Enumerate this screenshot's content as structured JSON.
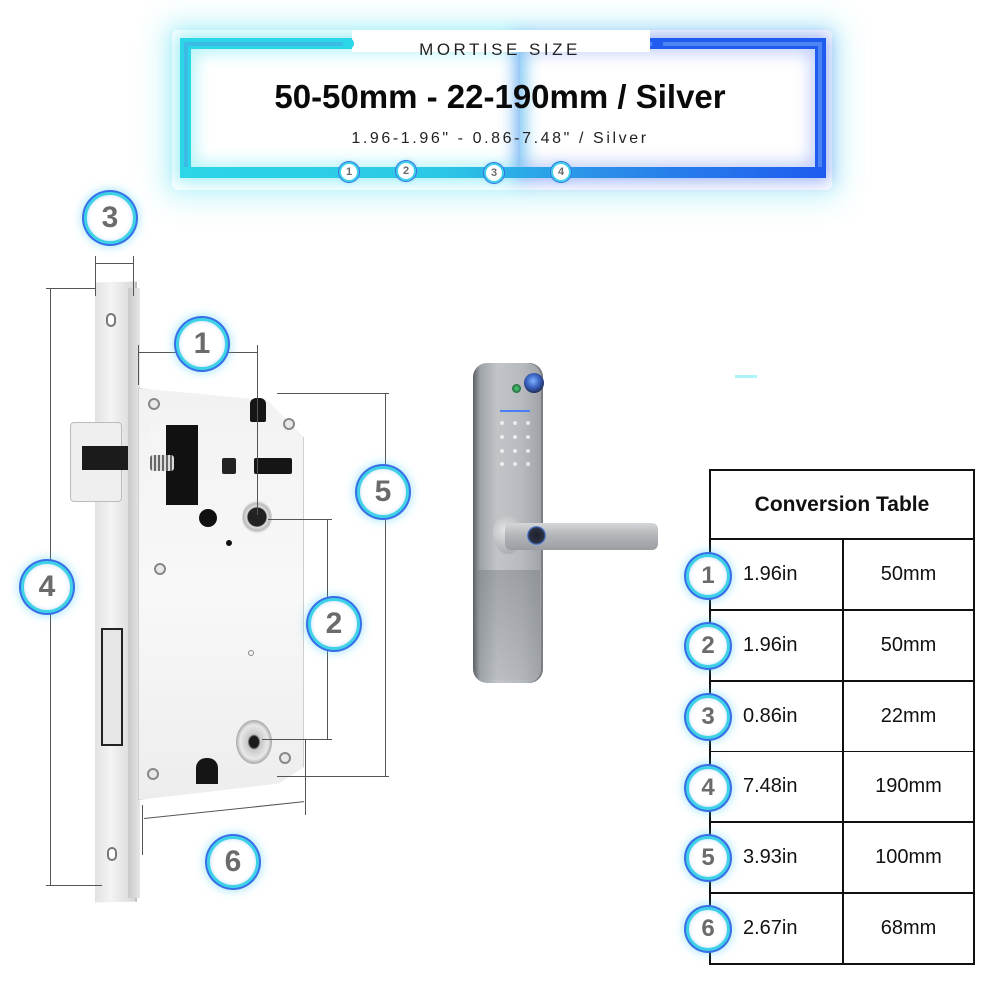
{
  "header": {
    "label": "MORTISE SIZE",
    "title": "50-50mm - 22-190mm / Silver",
    "subtitle": "1.96-1.96\" - 0.86-7.48\" / Silver",
    "frame_colors": {
      "left": "#2bd6e6",
      "right": "#1f5bef"
    },
    "markers": [
      "1",
      "2",
      "3",
      "4"
    ]
  },
  "diagram": {
    "callouts": [
      {
        "number": "1",
        "dimension": "backset"
      },
      {
        "number": "2",
        "dimension": "handle-to-cylinder distance"
      },
      {
        "number": "3",
        "dimension": "faceplate width"
      },
      {
        "number": "4",
        "dimension": "faceplate height"
      },
      {
        "number": "5",
        "dimension": "case height"
      },
      {
        "number": "6",
        "dimension": "case depth"
      }
    ],
    "product": "smart lock with camera, keypad, fingerprint lever handle",
    "accent_colors": {
      "badge_ring_outer": "#3a6ee8",
      "badge_ring_inner": "#3fd1e6",
      "badge_text": "#6b6b6b"
    }
  },
  "conversion_table": {
    "title": "Conversion Table",
    "rows": [
      {
        "number": "1",
        "inches": "1.96in",
        "mm": "50mm"
      },
      {
        "number": "2",
        "inches": "1.96in",
        "mm": "50mm"
      },
      {
        "number": "3",
        "inches": "0.86in",
        "mm": "22mm"
      },
      {
        "number": "4",
        "inches": "7.48in",
        "mm": "190mm"
      },
      {
        "number": "5",
        "inches": "3.93in",
        "mm": "100mm"
      },
      {
        "number": "6",
        "inches": "2.67in",
        "mm": "68mm"
      }
    ]
  }
}
